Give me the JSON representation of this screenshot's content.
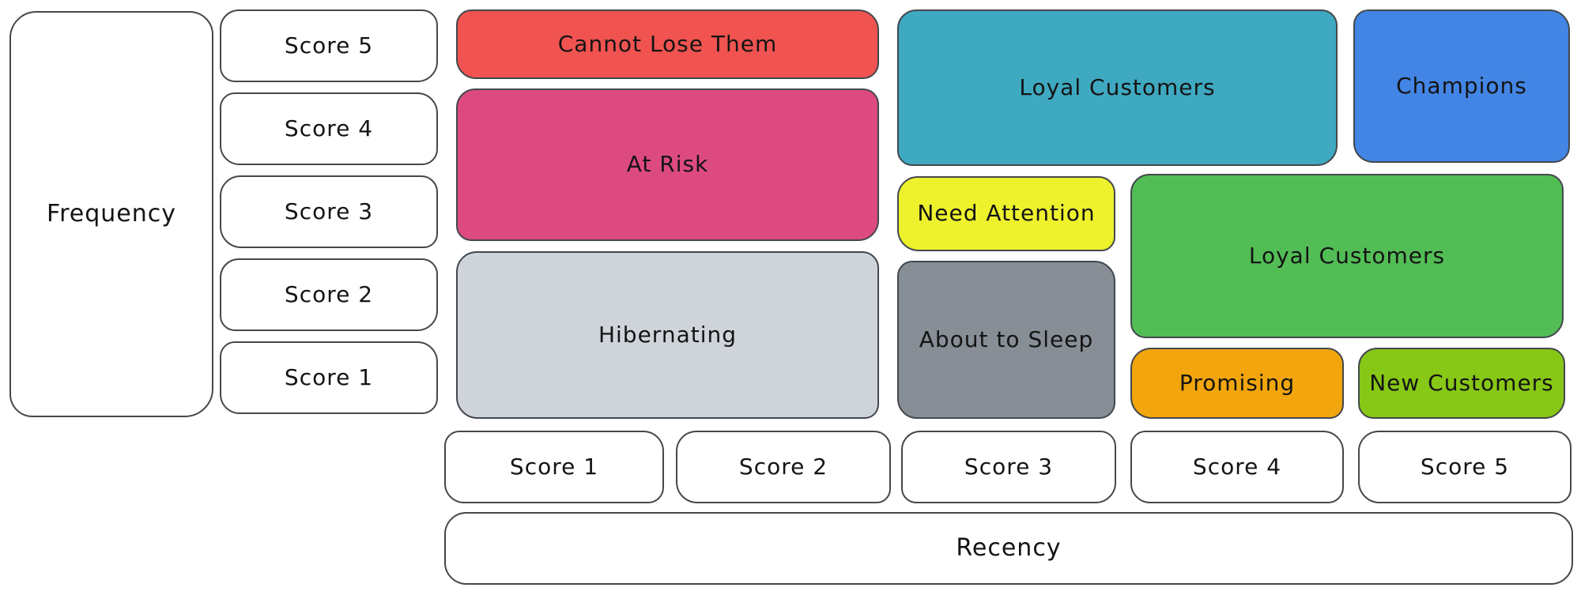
{
  "colors": {
    "background": "#ffffff",
    "box_border": "#43484d",
    "text": "#141414"
  },
  "axes": {
    "frequency": {
      "label": "Frequency",
      "scores": [
        "Score 5",
        "Score 4",
        "Score 3",
        "Score 2",
        "Score 1"
      ]
    },
    "recency": {
      "label": "Recency",
      "scores": [
        "Score 1",
        "Score 2",
        "Score 3",
        "Score 4",
        "Score 5"
      ]
    }
  },
  "segments": {
    "cannot_lose_them": {
      "label": "Cannot Lose Them",
      "color": "#f05350"
    },
    "at_risk": {
      "label": "At Risk",
      "color": "#dd4a80"
    },
    "hibernating": {
      "label": "Hibernating",
      "color": "#ced4da"
    },
    "loyal_customers_top": {
      "label": "Loyal Customers",
      "color": "#3ea9c0"
    },
    "champions": {
      "label": "Champions",
      "color": "#4285e4"
    },
    "need_attention": {
      "label": "Need Attention",
      "color": "#edf22d"
    },
    "loyal_customers_mid": {
      "label": "Loyal Customers",
      "color": "#53bd55"
    },
    "about_to_sleep": {
      "label": "About to Sleep",
      "color": "#878e95"
    },
    "promising": {
      "label": "Promising",
      "color": "#f2a50c"
    },
    "new_customers": {
      "label": "New Customers",
      "color": "#87c716"
    }
  }
}
